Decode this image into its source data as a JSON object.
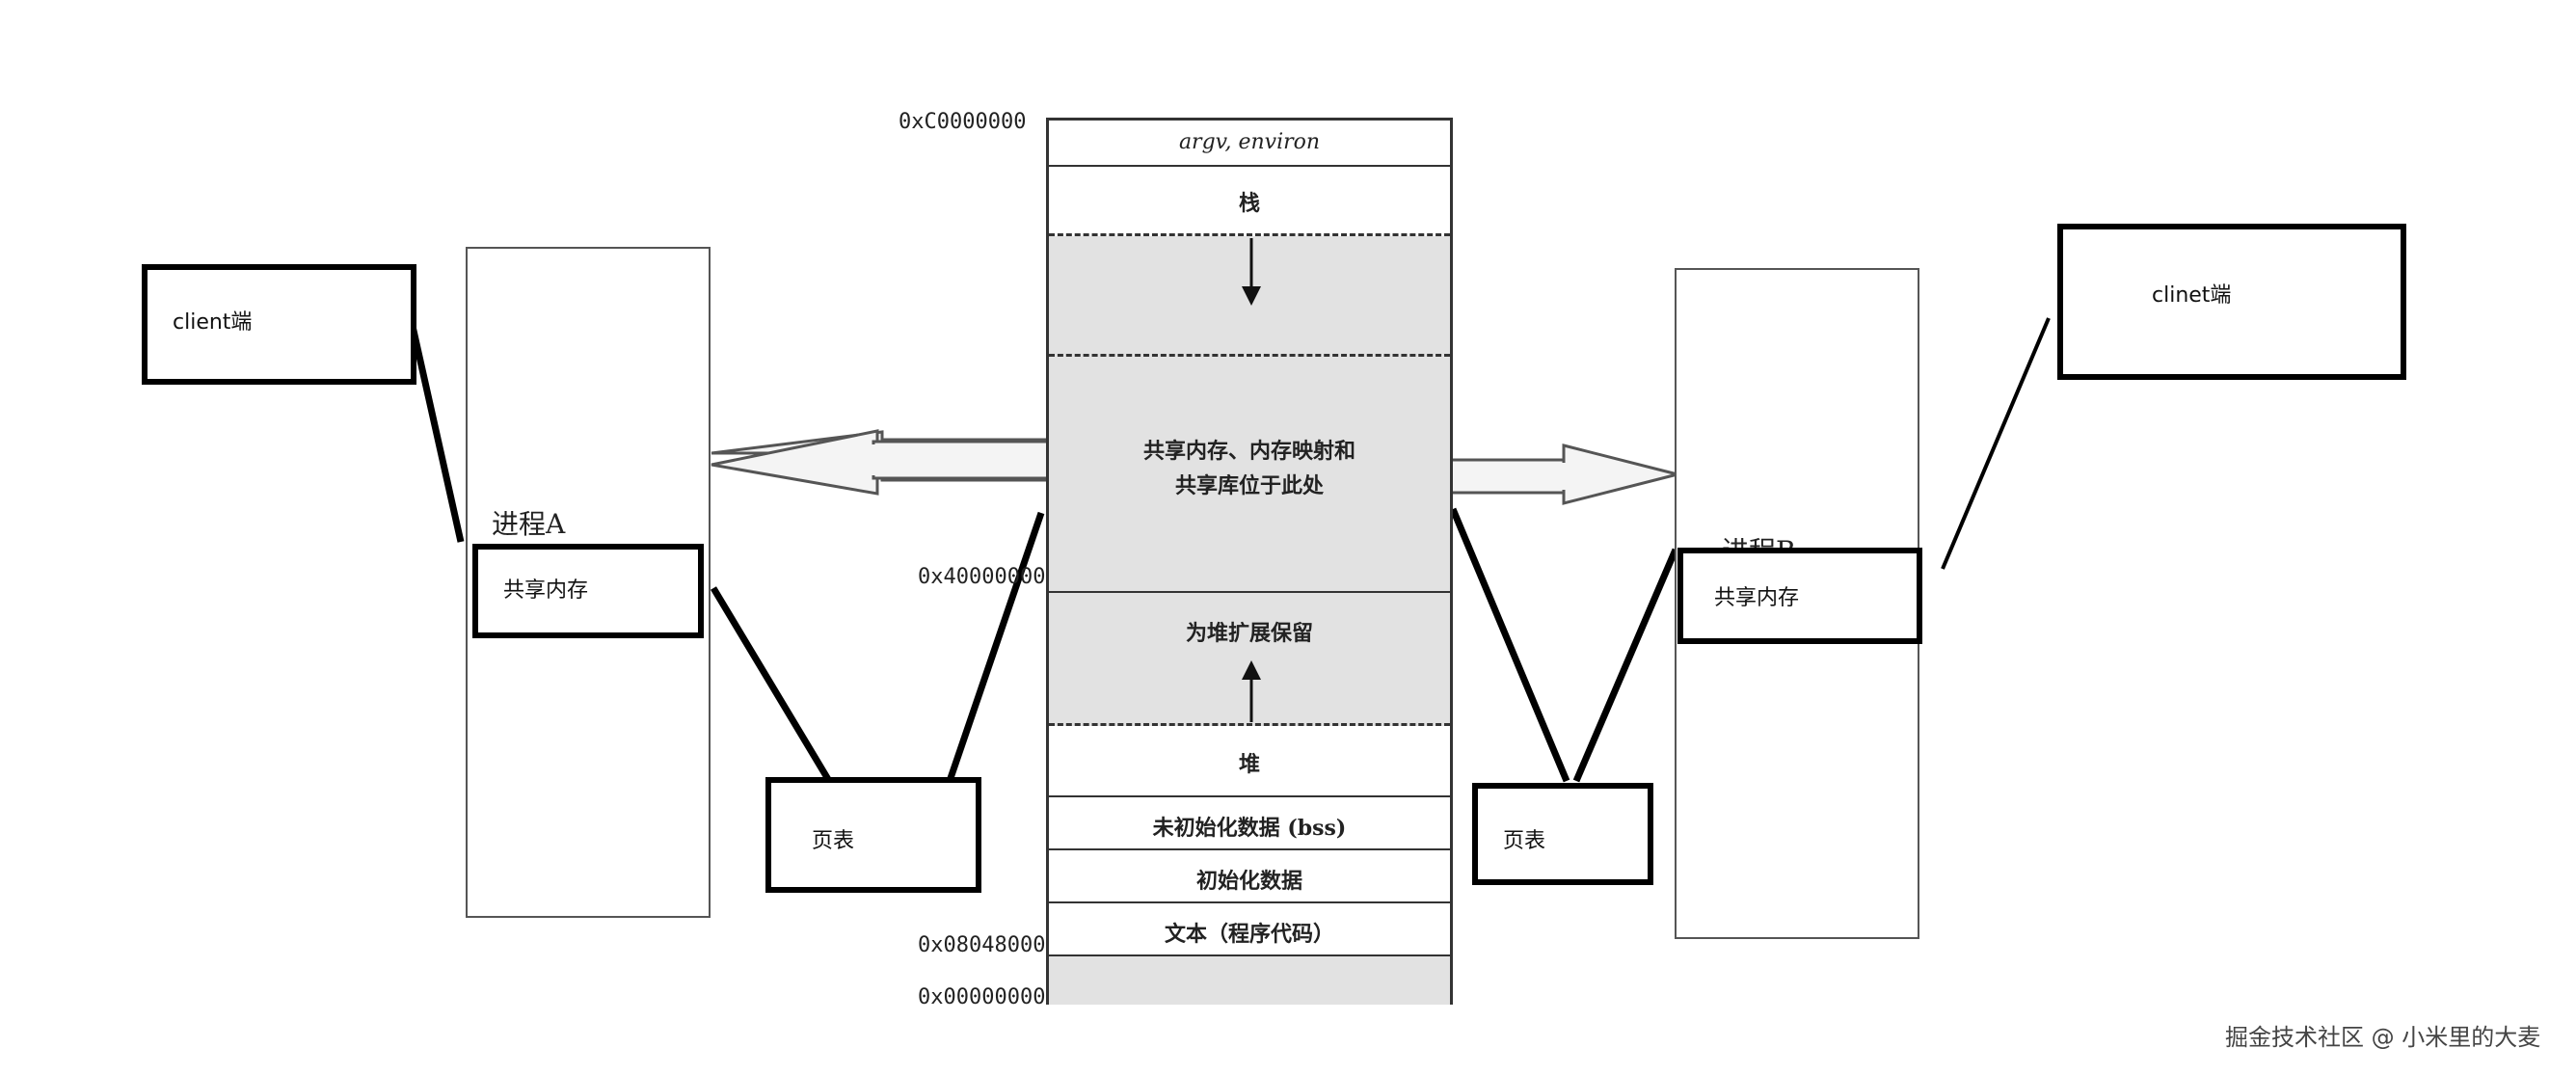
{
  "client_left": {
    "label": "client端"
  },
  "client_right": {
    "label": "clinet端"
  },
  "process_a": {
    "title": "进程A",
    "shared_label": "共享内存"
  },
  "process_b": {
    "title": "进程B",
    "shared_label": "共享内存"
  },
  "page_table_left": {
    "label": "页表"
  },
  "page_table_right": {
    "label": "页表"
  },
  "memory_map": {
    "addresses": [
      "0xC0000000",
      "0x40000000",
      "0x08048000",
      "0x00000000"
    ],
    "segments": {
      "argv": "argv, environ",
      "stack": "栈",
      "mmap_line1": "共享内存、内存映射和",
      "mmap_line2": "共享库位于此处",
      "heap_reserve": "为堆扩展保留",
      "heap": "堆",
      "bss": "未初始化数据 (bss)",
      "data": "初始化数据",
      "text": "文本（程序代码）"
    }
  },
  "watermark": "掘金技术社区 @ 小米里的大麦"
}
